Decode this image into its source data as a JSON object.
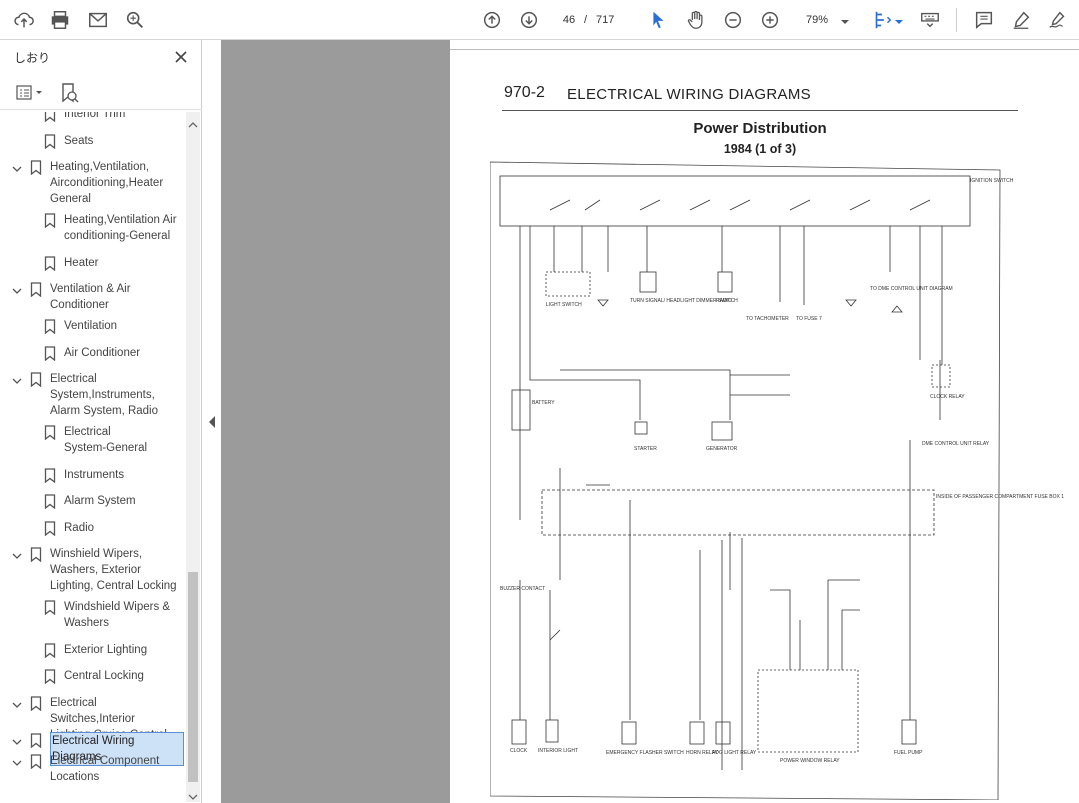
{
  "toolbar": {
    "page_current": "46",
    "page_separator": "/",
    "page_total": "717",
    "zoom": "79%"
  },
  "sidebar": {
    "title": "しおり",
    "items": [
      {
        "label": "Interior Trim",
        "level": 2
      },
      {
        "label": "Seats",
        "level": 2
      },
      {
        "label": "Heating,Ventilation,\nAirconditioning,Heater\nGeneral",
        "level": 1
      },
      {
        "label": "Heating,Ventilation Air\nconditioning-General",
        "level": 2
      },
      {
        "label": "Heater",
        "level": 2
      },
      {
        "label": "Ventilation & Air\nConditioner",
        "level": 1
      },
      {
        "label": "Ventilation",
        "level": 2
      },
      {
        "label": "Air Conditioner",
        "level": 2
      },
      {
        "label": "Electrical\nSystem,Instruments,\nAlarm System, Radio",
        "level": 1
      },
      {
        "label": "Electrical\nSystem-General",
        "level": 2
      },
      {
        "label": "Instruments",
        "level": 2
      },
      {
        "label": "Alarm System",
        "level": 2
      },
      {
        "label": "Radio",
        "level": 2
      },
      {
        "label": "Winshield Wipers,\nWashers, Exterior\nLighting, Central Locking",
        "level": 1
      },
      {
        "label": "Windshield Wipers &\nWashers",
        "level": 2
      },
      {
        "label": "Exterior Lighting",
        "level": 2
      },
      {
        "label": "Central Locking",
        "level": 2
      },
      {
        "label": "Electrical Switches,Interior\nLighting,Cruise Control",
        "level": 1
      },
      {
        "label": "Electrical Wiring Diagrams",
        "level": 1,
        "selected": true
      },
      {
        "label": "Electrical Component\nLocations",
        "level": 1
      }
    ]
  },
  "document": {
    "header_num": "970-2",
    "header_title": "ELECTRICAL WIRING DIAGRAMS",
    "diagram_title": "Power Distribution",
    "diagram_subtitle": "1984 (1 of 3)",
    "labels": {
      "ignition_switch": "IGNITION SWITCH",
      "light_switch": "LIGHT SWITCH",
      "turn_signal": "TURN SIGNAL/ HEADLIGHT DIMMER SWITCH",
      "radio": "RADIO",
      "tachometer": "TO TACHOMETER",
      "fuse": "TO FUSE 7",
      "control_unit": "TO DME CONTROL UNIT DIAGRAM",
      "clock_relay": "CLOCK RELAY",
      "battery": "BATTERY",
      "starter": "STARTER",
      "generator": "GENERATOR",
      "fuse_box": "INSIDE OF PASSENGER COMPARTMENT FUSE BOX 1",
      "clock": "CLOCK",
      "interior_light": "INTERIOR LIGHT",
      "emergency_flasher": "EMERGENCY FLASHER SWITCH",
      "horn_relay": "HORN RELAY",
      "fog_light_relay": "FOG LIGHT RELAY",
      "power_window_relay": "POWER WINDOW RELAY",
      "fuel_pump": "FUEL PUMP",
      "dme_relay": "DME CONTROL UNIT RELAY",
      "buzzer": "BUZZER CONTACT"
    }
  }
}
